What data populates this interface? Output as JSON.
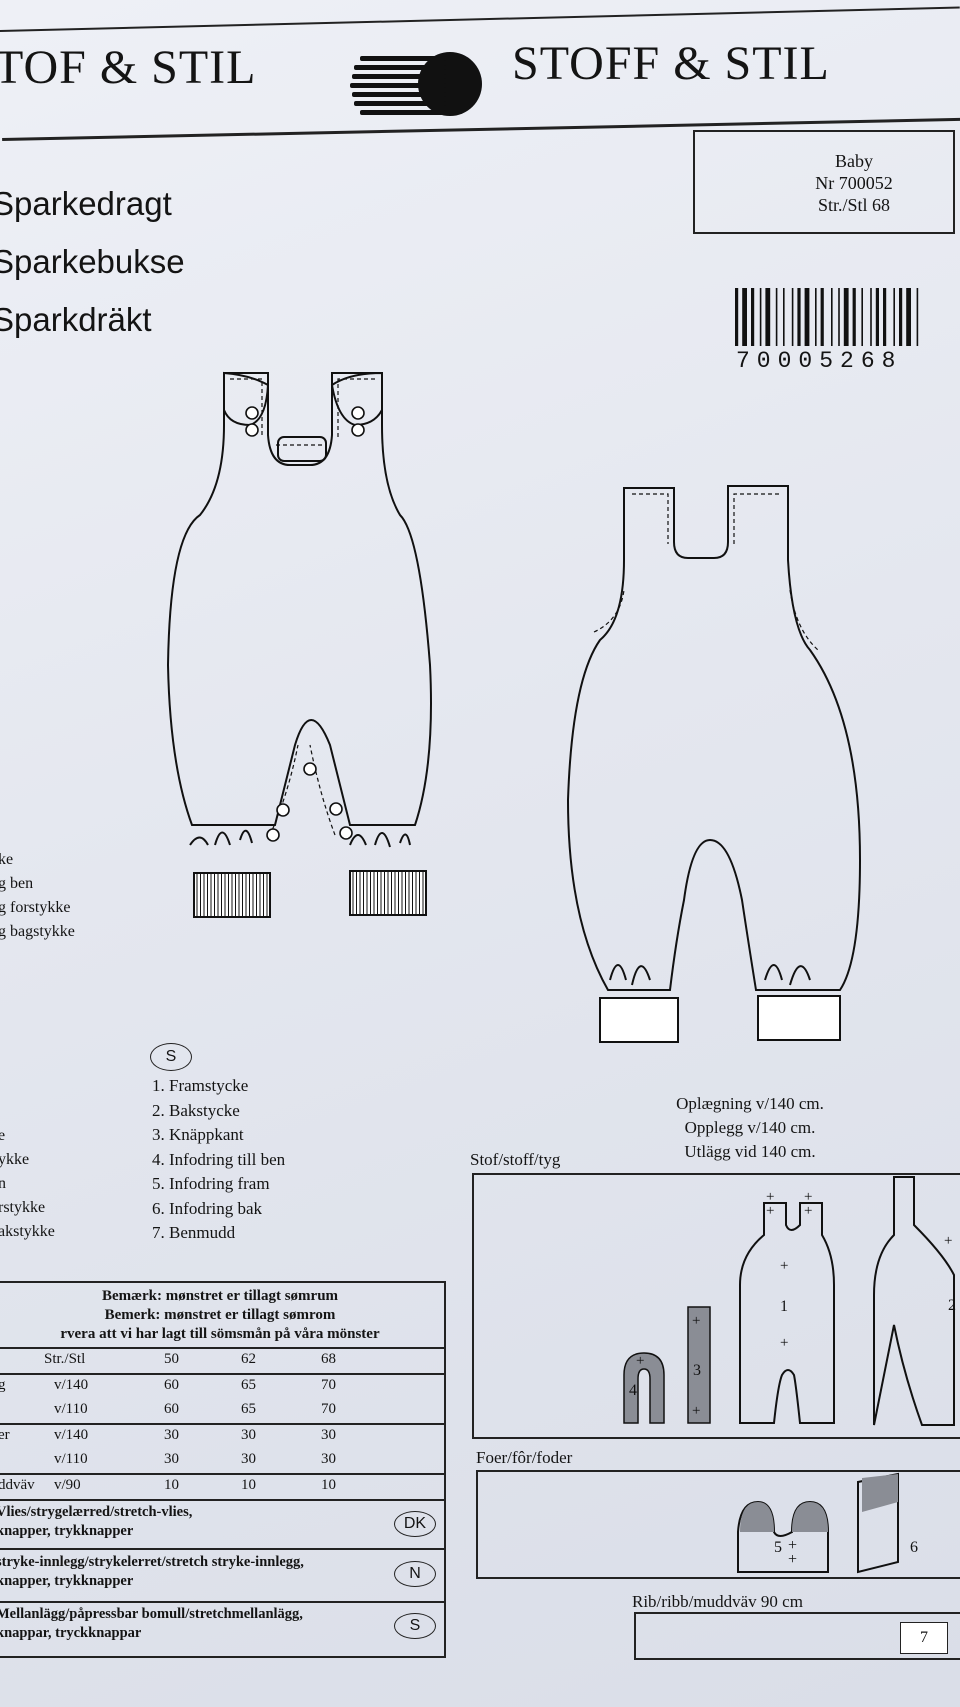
{
  "header": {
    "brand_left": "TOF & STIL",
    "brand_right": "STOFF & STIL"
  },
  "titles": [
    "Sparkedragt",
    "Sparkebukse",
    "Sparkdräkt"
  ],
  "info": {
    "category": "Baby",
    "number": "Nr 700052",
    "size": "Str./Stl 68"
  },
  "barcode": {
    "number": "70005268"
  },
  "left_partial_list": [
    "ke",
    "g ben",
    "g forstykke",
    "g bagstykke"
  ],
  "left_partial_list2": [
    "e",
    "ykke",
    "n",
    "rstykke",
    "akstykke"
  ],
  "swedish_parts": {
    "badge": "S",
    "items": [
      "1. Framstycke",
      "2. Bakstycke",
      "3. Knäppkant",
      "4. Infodring till ben",
      "5. Infodring fram",
      "6. Infodring bak",
      "7. Benmudd"
    ]
  },
  "layout_info": [
    "Oplægning v/140 cm.",
    "Opplegg v/140 cm.",
    "Utlägg vid 140 cm."
  ],
  "fabric": {
    "stof_label": "Stof/stoff/tyg",
    "foer_label": "Foer/fôr/foder",
    "rib_label": "Rib/ribb/muddväv 90 cm",
    "rib_piece": "7",
    "pieces": [
      "1",
      "2",
      "3",
      "4",
      "5",
      "6"
    ]
  },
  "table": {
    "notes": [
      "Bemærk: mønstret er tillagt sømrum",
      "Bemerk: mønstret er tillagt sømrom",
      "rvera att vi har lagt till sömsmån på våra mönster"
    ],
    "header": [
      "Str./Stl",
      "50",
      "62",
      "68"
    ],
    "rows": [
      {
        "label": "g",
        "width": "v/140",
        "values": [
          "60",
          "65",
          "70"
        ]
      },
      {
        "label": "",
        "width": "v/110",
        "values": [
          "60",
          "65",
          "70"
        ]
      },
      {
        "label": "er",
        "width": "v/140",
        "values": [
          "30",
          "30",
          "30"
        ]
      },
      {
        "label": "",
        "width": "v/110",
        "values": [
          "30",
          "30",
          "30"
        ]
      },
      {
        "label": "ddväv",
        "width": "v/90",
        "values": [
          "10",
          "10",
          "10"
        ]
      }
    ],
    "languages": [
      {
        "text1": "Vlies/strygelærred/stretch-vlies,",
        "text2": "knapper, trykknapper",
        "code": "DK"
      },
      {
        "text1": "stryke-innlegg/strykelerret/stretch stryke-innlegg,",
        "text2": "knapper, trykknapper",
        "code": "N"
      },
      {
        "text1": "Mellanlägg/påpressbar bomull/stretchmellanlägg,",
        "text2": "knappar, tryckknappar",
        "code": "S"
      }
    ]
  }
}
